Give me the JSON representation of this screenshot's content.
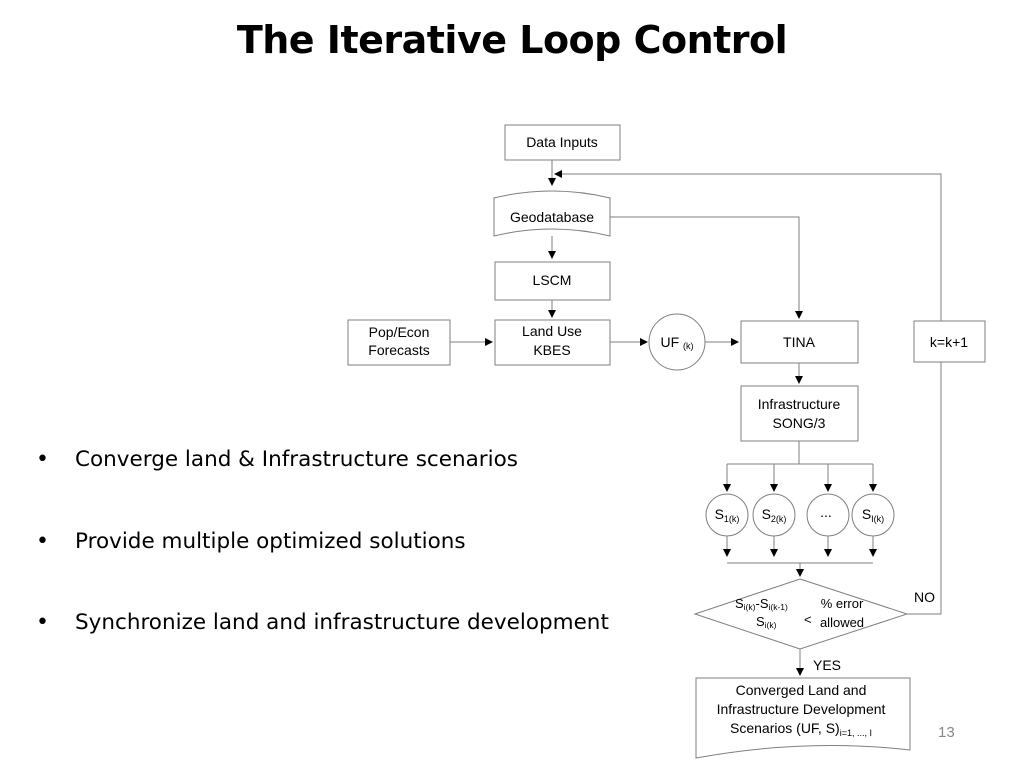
{
  "slide": {
    "title": "The Iterative Loop Control",
    "bullets": [
      "Converge land & Infrastructure scenarios",
      "Provide multiple optimized solutions",
      "Synchronize land and infrastructure development"
    ],
    "bullet_glyph": "•",
    "page_number": "13"
  },
  "diagram": {
    "data_inputs": "Data Inputs",
    "geodatabase": "Geodatabase",
    "lscm": "LSCM",
    "pop_econ": [
      "Pop/Econ",
      "Forecasts"
    ],
    "land_use": [
      "Land Use",
      "KBES"
    ],
    "uf": {
      "main": "UF",
      "sub": "(k)"
    },
    "tina": "TINA",
    "song": [
      "Infrastructure",
      "SONG/3"
    ],
    "k_update": "k=k+1",
    "solutions": [
      {
        "main": "S",
        "sub": "1(k)"
      },
      {
        "main": "S",
        "sub": "2(k)"
      },
      {
        "main": "...",
        "sub": ""
      },
      {
        "main": "S",
        "sub": "I(k)"
      }
    ],
    "decision": {
      "s1": "S",
      "s1_sub": "i(k)",
      "minus": "-",
      "s2": "S",
      "s2_sub": "i(k-1)",
      "den": "S",
      "den_sub": "i(k)",
      "lt": "<",
      "pct_error": "% error",
      "allowed": "allowed"
    },
    "no_label": "NO",
    "yes_label": "YES",
    "output": {
      "line1": "Converged Land and",
      "line2": "Infrastructure Development",
      "line3": "Scenarios (UF, S)",
      "line3_sub": "i=1, ..., I"
    }
  }
}
